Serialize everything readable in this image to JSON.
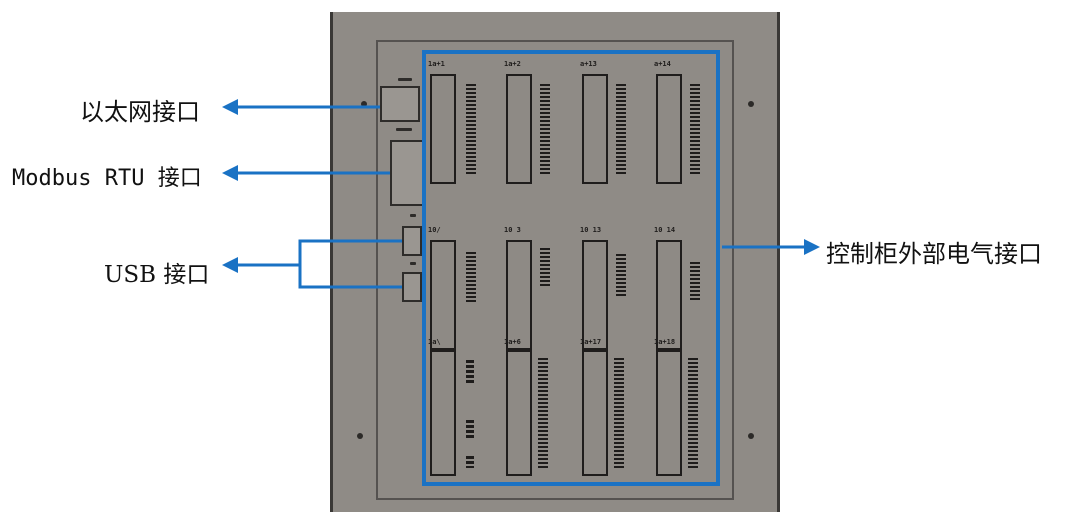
{
  "labels": {
    "ethernet": "以太网接口",
    "modbus": "Modbus RTU 接口",
    "usb": "USB 接口",
    "cabinet": "控制柜外部电气接口"
  },
  "terminal_labels": [
    "1a+1",
    "1a+2",
    "a+13",
    "a+14",
    "10/",
    "10  3",
    "10  13",
    "10  14",
    "1a\\",
    "1a+6",
    "1a+17",
    "1a+18"
  ],
  "colors": {
    "accent": "#1a72c4",
    "panel": "#8f8b86"
  },
  "icons": {
    "arrow": "arrow-icon"
  }
}
